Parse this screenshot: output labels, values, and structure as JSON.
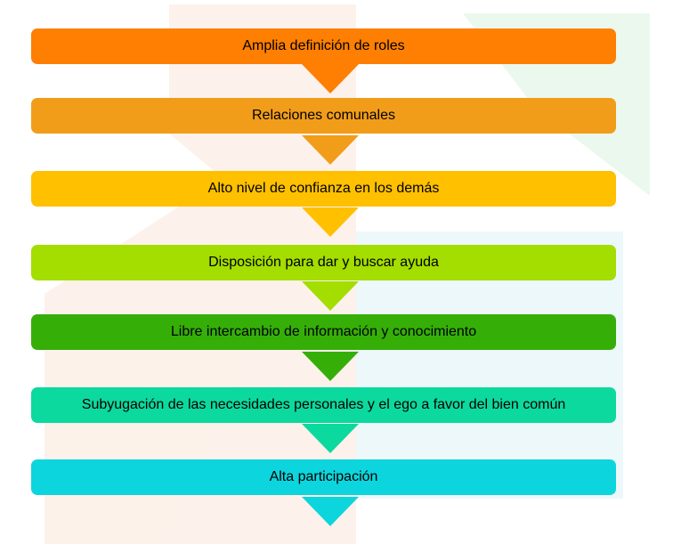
{
  "steps": [
    {
      "label": "Amplia definición de roles",
      "color": "#fe7f02"
    },
    {
      "label": "Relaciones comunales",
      "color": "#f19d1a"
    },
    {
      "label": "Alto nivel de confianza en los demás",
      "color": "#ffc000"
    },
    {
      "label": "Disposición para dar y buscar ayuda",
      "color": "#a4dd00"
    },
    {
      "label": "Libre intercambio de información y conocimiento",
      "color": "#35af08"
    },
    {
      "label": "Subyugación de las necesidades personales y el ego a favor del bien común",
      "color": "#0cd99e"
    },
    {
      "label": "Alta participación",
      "color": "#0dd5dd"
    }
  ],
  "colors": {
    "background_shape_warm": "#fdeee6",
    "background_shape_green": "#e9f7ec",
    "background_shape_blue": "#e9f6f9"
  }
}
